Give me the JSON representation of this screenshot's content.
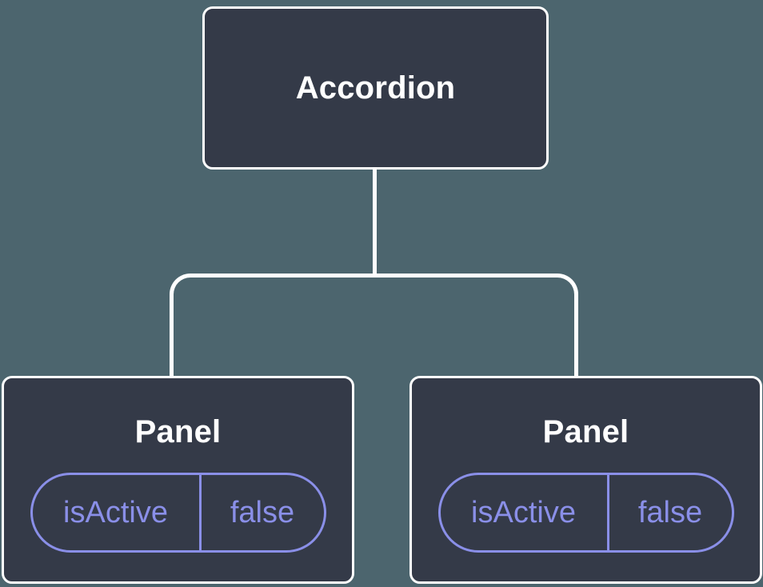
{
  "diagram": {
    "root": {
      "label": "Accordion"
    },
    "children": [
      {
        "label": "Panel",
        "state": {
          "name": "isActive",
          "value": "false"
        }
      },
      {
        "label": "Panel",
        "state": {
          "name": "isActive",
          "value": "false"
        }
      }
    ],
    "colors": {
      "background": "#4C656E",
      "node_fill": "#343A48",
      "node_border": "#FFFFFF",
      "node_text": "#FFFFFF",
      "state_accent": "#8A8FE8"
    }
  }
}
